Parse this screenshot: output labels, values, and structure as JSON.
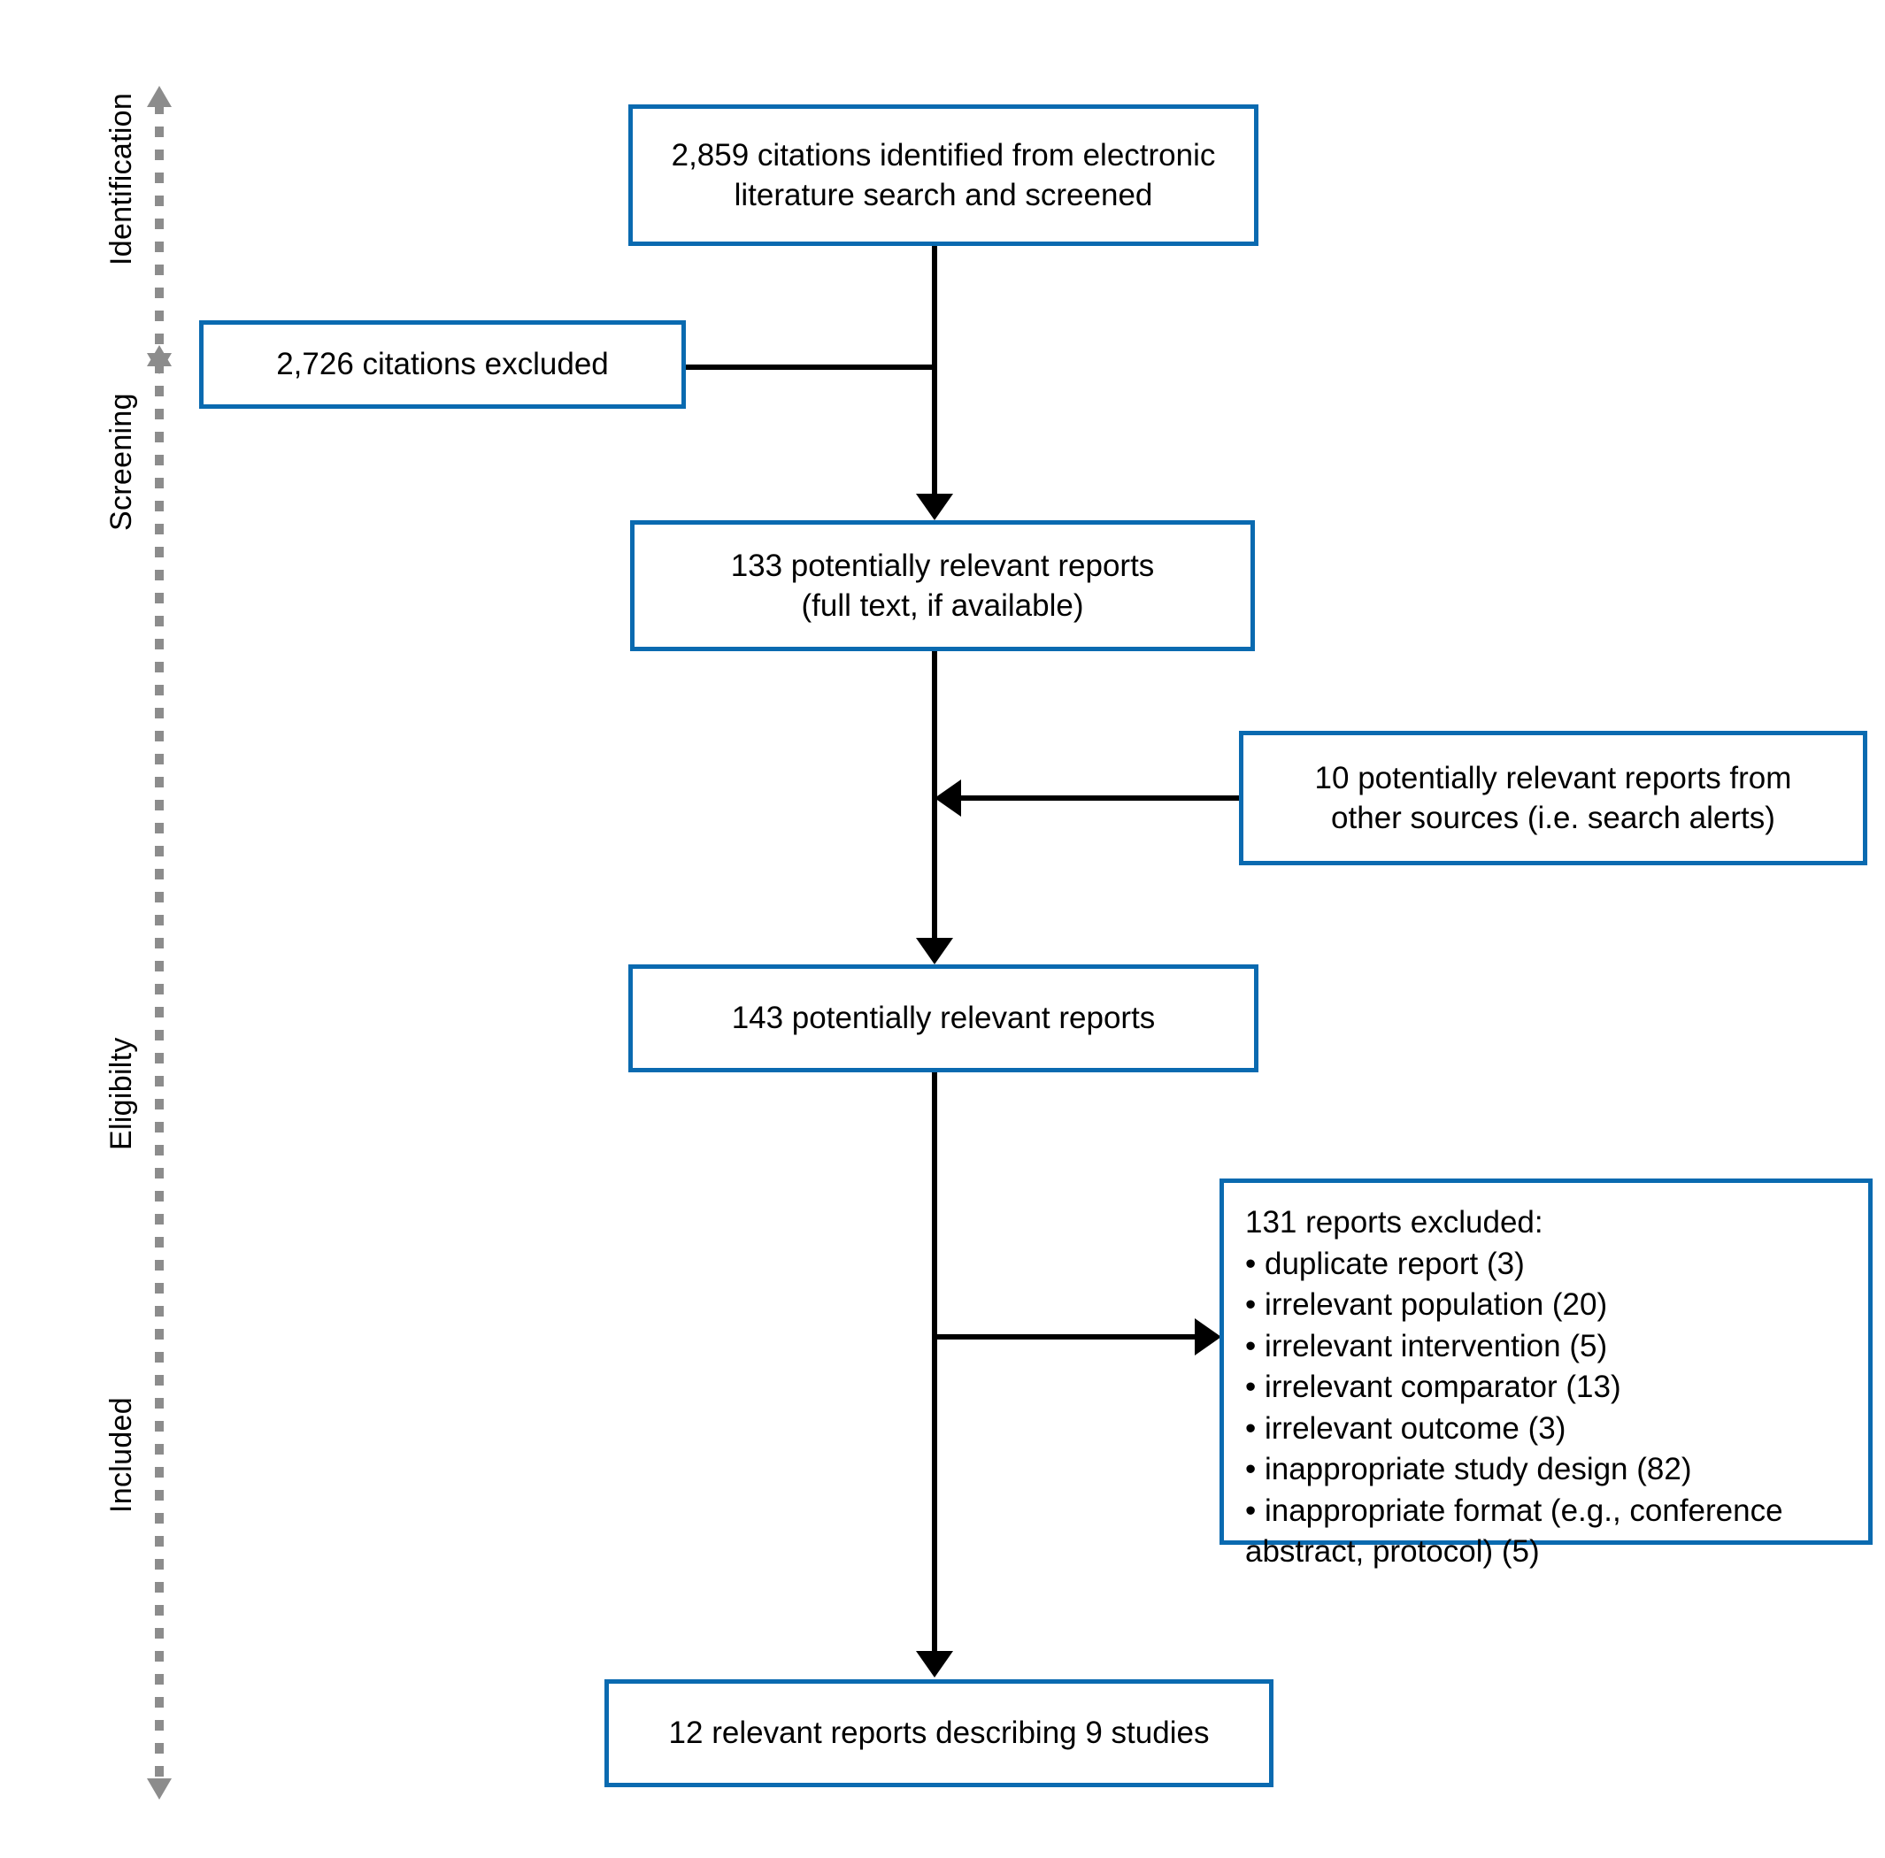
{
  "diagram": {
    "title": "PRISMA study selection flow diagram",
    "accent_color": "#0a6ab0",
    "line_color": "#000000",
    "rail_color": "#8c8c8c"
  },
  "stages": [
    {
      "id": "identification",
      "label": "Identification"
    },
    {
      "id": "screening",
      "label": "Screening"
    },
    {
      "id": "eligibility",
      "label": "Eligibilty"
    },
    {
      "id": "included",
      "label": "Included"
    }
  ],
  "nodes": {
    "identified": {
      "id": "citations-identified",
      "text": "2,859 citations identified from electronic\nliterature search and screened",
      "count": 2859
    },
    "citations_excluded": {
      "id": "citations-excluded",
      "text": "2,726 citations excluded",
      "count": 2726
    },
    "full_text": {
      "id": "potentially-relevant-reports-full-text",
      "text": "133 potentially relevant reports\n(full text, if available)",
      "count": 133
    },
    "other_sources": {
      "id": "reports-from-other-sources",
      "text": "10 potentially relevant reports from\nother sources (i.e. search alerts)",
      "count": 10
    },
    "combined": {
      "id": "potentially-relevant-reports-combined",
      "text": "143 potentially relevant reports",
      "count": 143
    },
    "reports_excluded": {
      "id": "reports-excluded",
      "heading": "131 reports excluded:",
      "count": 131,
      "reasons": [
        {
          "label": "duplicate report",
          "n": 3
        },
        {
          "label": "irrelevant population",
          "n": 20
        },
        {
          "label": "irrelevant intervention",
          "n": 5
        },
        {
          "label": "irrelevant comparator",
          "n": 13
        },
        {
          "label": "irrelevant outcome",
          "n": 3
        },
        {
          "label": "inappropriate study design",
          "n": 82
        },
        {
          "label": "inappropriate format (e.g., conference abstract, protocol)",
          "n": 5
        }
      ],
      "text": "131 reports excluded:\n• duplicate report (3)\n• irrelevant population (20)\n• irrelevant intervention (5)\n• irrelevant comparator (13)\n• irrelevant outcome (3)\n• inappropriate study design (82)\n• inappropriate format (e.g., conference\n   abstract, protocol) (5)"
    },
    "included": {
      "id": "relevant-reports-included",
      "text": "12 relevant reports describing 9 studies",
      "reports": 12,
      "studies": 9
    }
  },
  "chart_data": {
    "type": "diagram",
    "title": "PRISMA study selection flow diagram",
    "flow": [
      {
        "from": "identified",
        "to": "citations_excluded",
        "direction": "left",
        "label": ""
      },
      {
        "from": "identified",
        "to": "full_text",
        "direction": "down",
        "label": ""
      },
      {
        "from": "other_sources",
        "to": "combined",
        "direction": "left",
        "label": ""
      },
      {
        "from": "full_text",
        "to": "combined",
        "direction": "down",
        "label": ""
      },
      {
        "from": "combined",
        "to": "reports_excluded",
        "direction": "right",
        "label": ""
      },
      {
        "from": "combined",
        "to": "included",
        "direction": "down",
        "label": ""
      }
    ]
  }
}
